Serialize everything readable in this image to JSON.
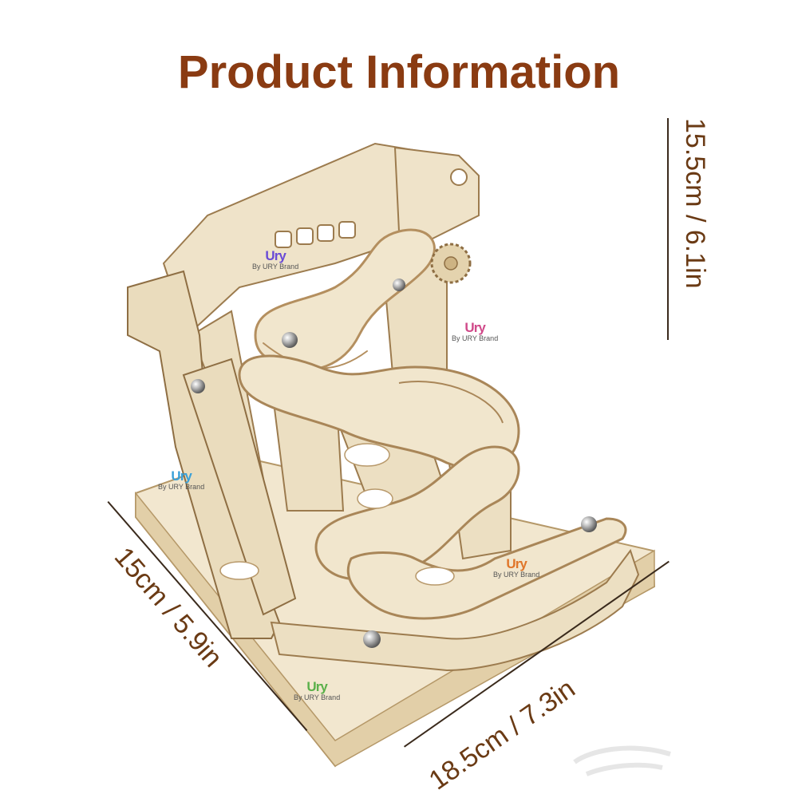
{
  "title": "Product Information",
  "dimensions": {
    "height": "15.5cm / 6.1in",
    "depth": "15cm / 5.9in",
    "width": "18.5cm / 7.3in"
  },
  "watermark": {
    "logo": "Ury",
    "brand": "By URY Brand"
  },
  "colors": {
    "title": "#8a3b12",
    "dimension_text": "#6a3a14",
    "wood": "#efe3c9",
    "wood_edge": "#a8875a"
  }
}
